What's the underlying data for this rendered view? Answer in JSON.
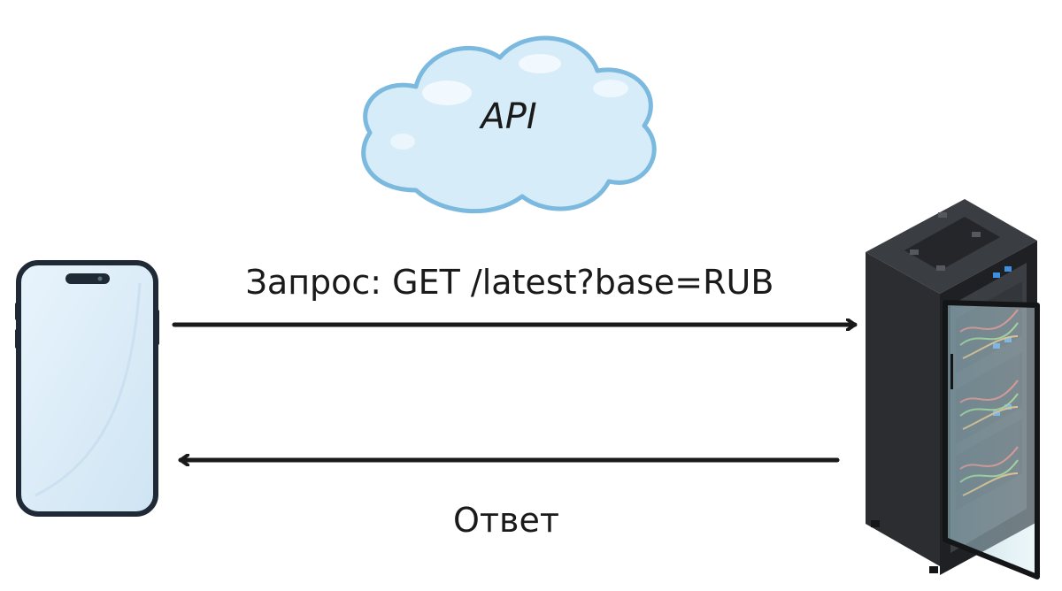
{
  "diagram": {
    "cloud_label": "API",
    "request_label": "Запрос: GET /latest?base=RUB",
    "response_label": "Ответ"
  },
  "colors": {
    "cloud_fill": "#d6ecf8",
    "cloud_stroke": "#7cb9df",
    "phone_screen": "#dcedf8",
    "phone_frame": "#1f2a36",
    "server_body": "#2b2d31",
    "arrow": "#1a1a1a"
  },
  "icons": [
    "cloud-icon",
    "smartphone-icon",
    "server-rack-icon"
  ]
}
